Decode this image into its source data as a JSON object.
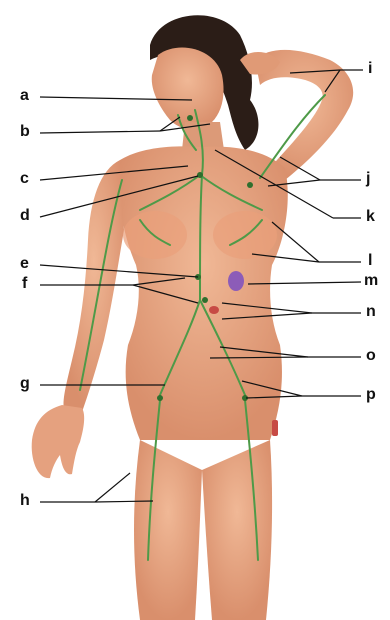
{
  "figure": {
    "labels": {
      "a": "a",
      "b": "b",
      "c": "c",
      "d": "d",
      "e": "e",
      "f": "f",
      "g": "g",
      "h": "h",
      "i": "i",
      "j": "j",
      "k": "k",
      "l": "l",
      "m": "m",
      "n": "n",
      "o": "o",
      "p": "p"
    }
  },
  "colors": {
    "skin": "#e7a783",
    "skin_shadow": "#c97d5c",
    "hair": "#2b1d17",
    "lymph": "#4e9a48",
    "node": "#2f6f2e",
    "spleen": "#8c5cb8",
    "leader": "#111111"
  }
}
